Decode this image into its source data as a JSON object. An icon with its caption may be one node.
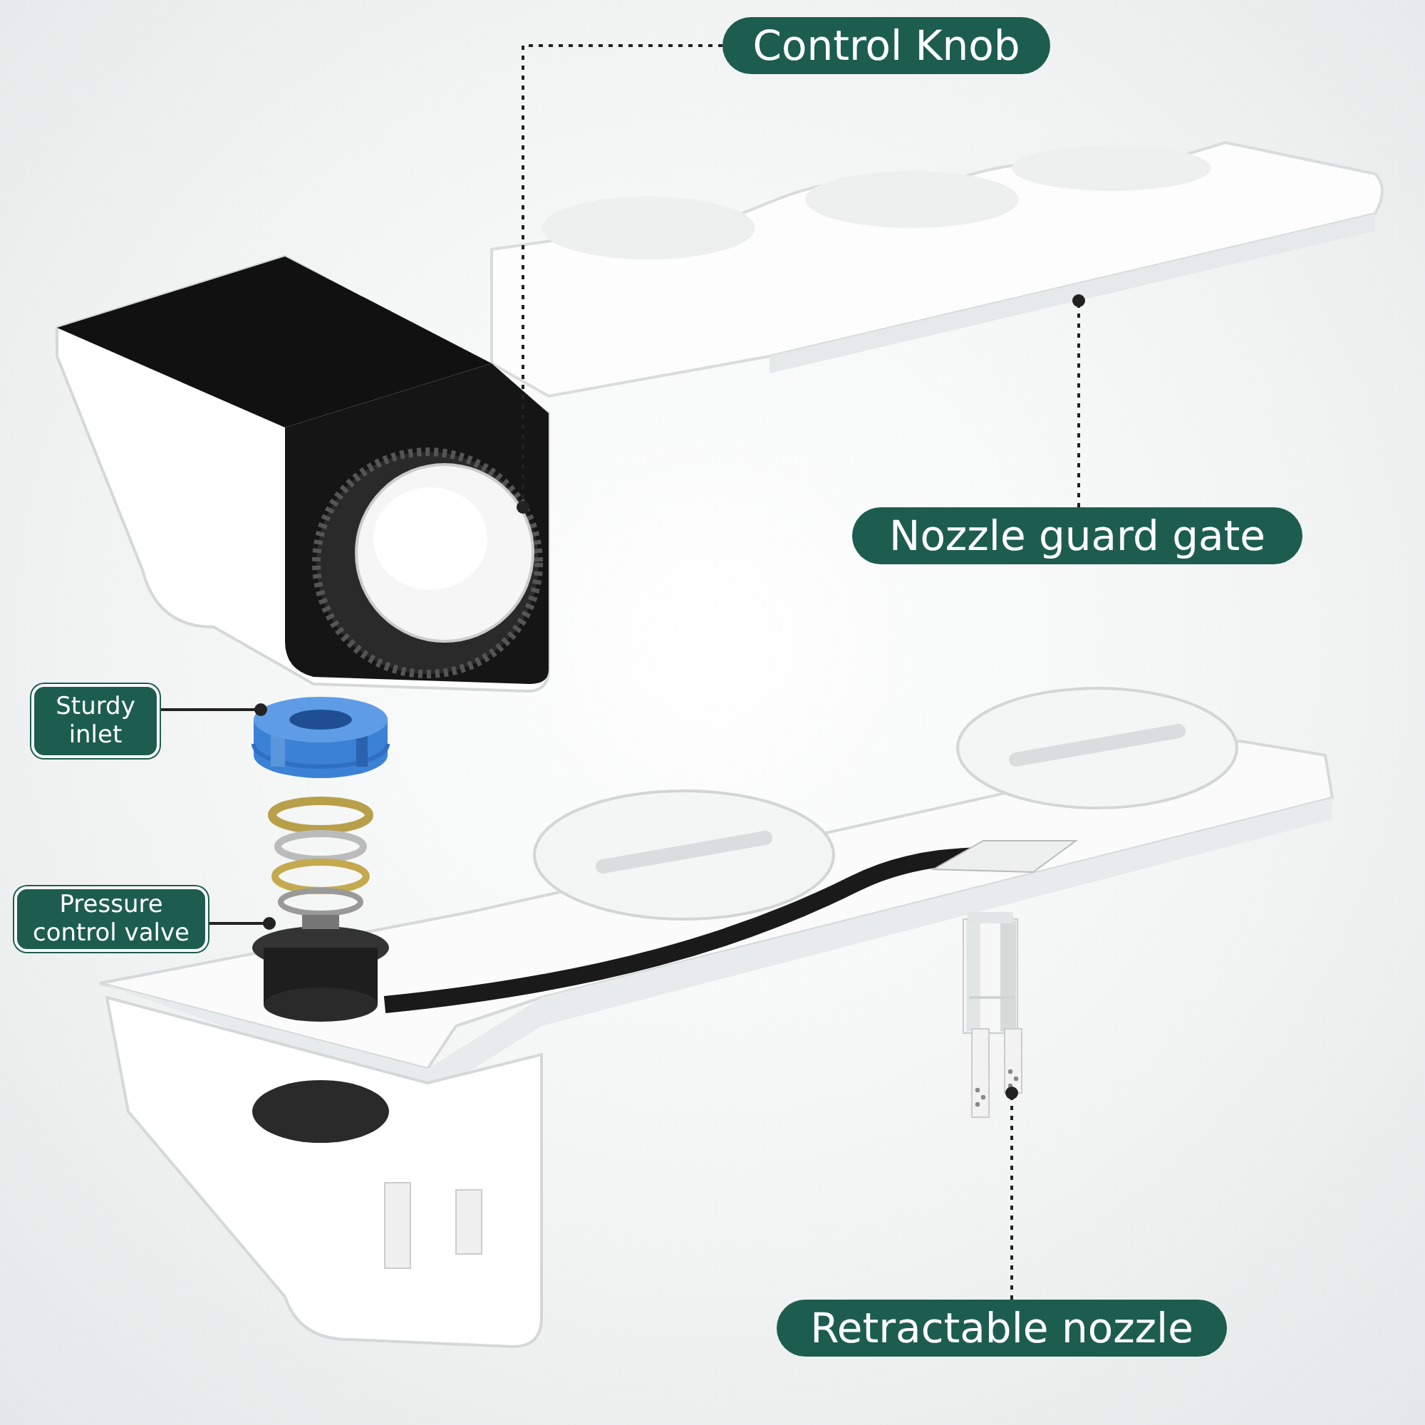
{
  "diagram": {
    "nodes": [
      {
        "text": [
          "Control Knob"
        ]
      },
      {
        "text": [
          "Nozzle guard gate"
        ]
      },
      {
        "text": [
          "Sturdy inlet"
        ]
      },
      {
        "text": [
          "Pressure control valve"
        ]
      },
      {
        "text": [
          "Retractable nozzle"
        ]
      },
      {
        "text": [],
        "shape": "picture"
      },
      {
        "text": [],
        "shape": "picture"
      },
      {
        "text": [],
        "shape": "picture"
      },
      {
        "text": [],
        "shape": "picture"
      },
      {
        "text": [],
        "shape": "picture"
      }
    ],
    "edges": [
      {
        "from": 0,
        "to": 5,
        "arrow": "other",
        "style": "dashed"
      },
      {
        "from": 1,
        "to": 6,
        "arrow": "other",
        "style": "dashed"
      },
      {
        "from": 2,
        "to": 7,
        "arrow": "other"
      },
      {
        "from": 3,
        "to": 8,
        "arrow": "other"
      },
      {
        "from": 4,
        "to": 9,
        "arrow": "other",
        "style": "dashed"
      }
    ]
  }
}
